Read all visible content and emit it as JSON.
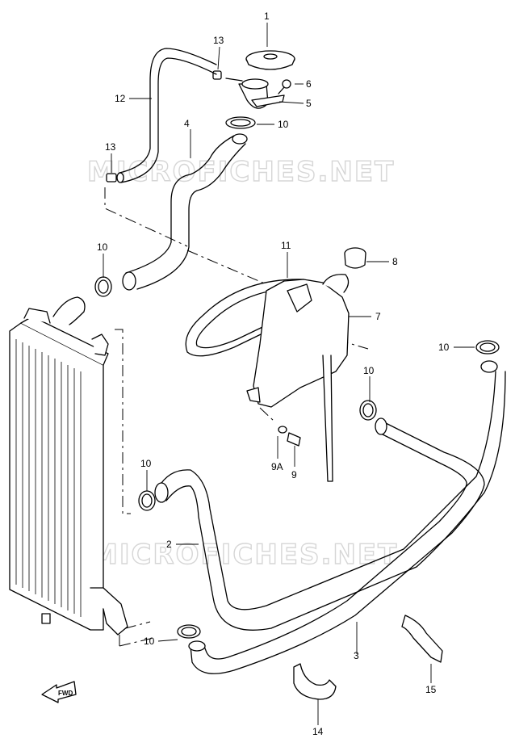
{
  "watermark": {
    "text": "MICROFICHES.NET"
  },
  "fwd_label": "FWD",
  "callouts": [
    {
      "id": "c1",
      "label": "1"
    },
    {
      "id": "c13a",
      "label": "13"
    },
    {
      "id": "c6",
      "label": "6"
    },
    {
      "id": "c12",
      "label": "12"
    },
    {
      "id": "c5",
      "label": "5"
    },
    {
      "id": "c4",
      "label": "4"
    },
    {
      "id": "c10a",
      "label": "10"
    },
    {
      "id": "c13b",
      "label": "13"
    },
    {
      "id": "c10b",
      "label": "10"
    },
    {
      "id": "c11",
      "label": "11"
    },
    {
      "id": "c8",
      "label": "8"
    },
    {
      "id": "c7",
      "label": "7"
    },
    {
      "id": "c10c",
      "label": "10"
    },
    {
      "id": "c10d",
      "label": "10"
    },
    {
      "id": "c10e",
      "label": "10"
    },
    {
      "id": "c9a",
      "label": "9A"
    },
    {
      "id": "c9",
      "label": "9"
    },
    {
      "id": "c2",
      "label": "2"
    },
    {
      "id": "c10f",
      "label": "10"
    },
    {
      "id": "c3",
      "label": "3"
    },
    {
      "id": "c15",
      "label": "15"
    },
    {
      "id": "c14",
      "label": "14"
    }
  ]
}
